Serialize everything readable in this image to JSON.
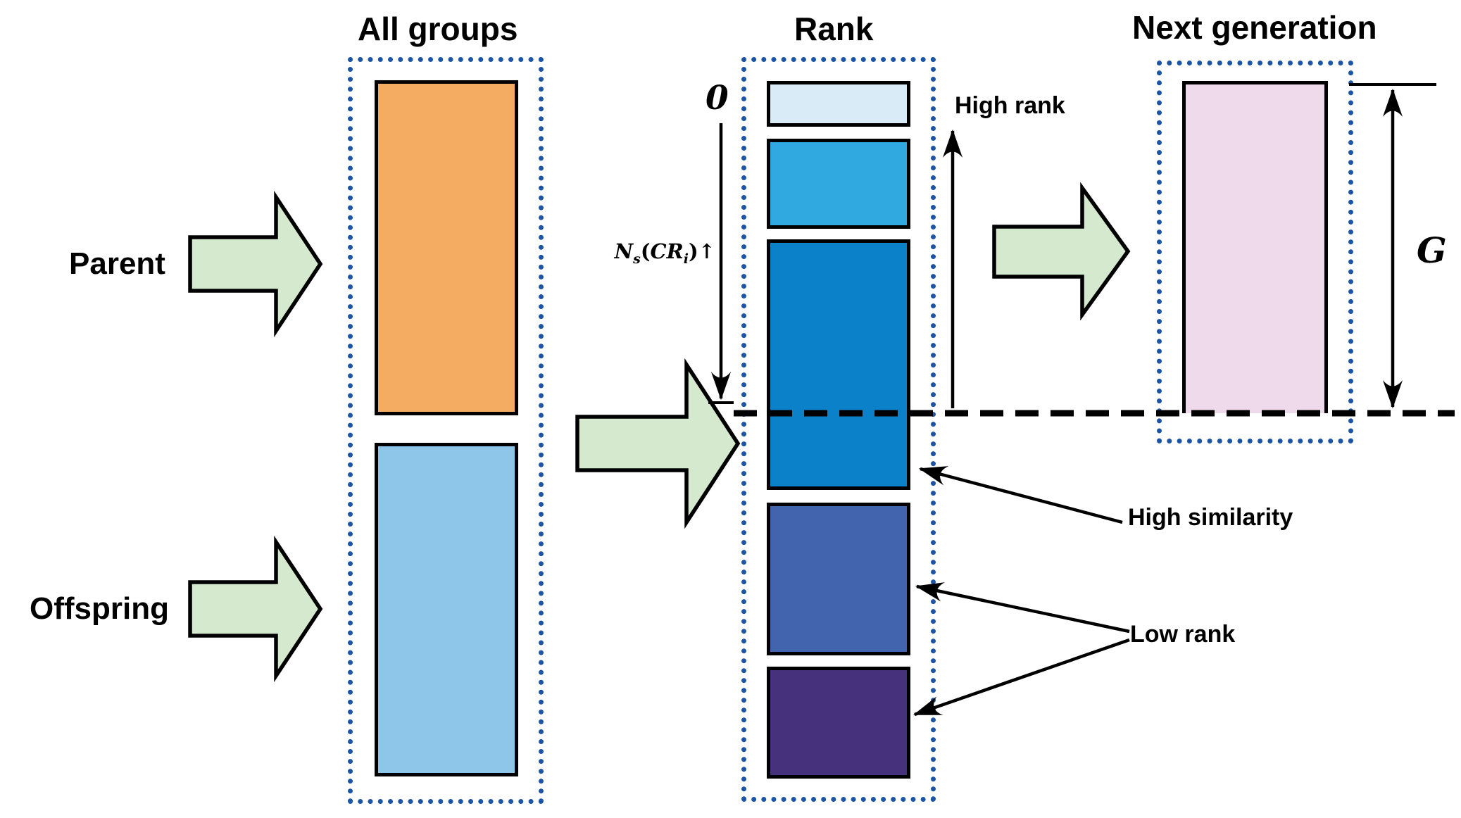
{
  "diagram": {
    "titles": {
      "all_groups": "All groups",
      "rank": "Rank",
      "next_generation": "Next generation"
    },
    "left_labels": {
      "parent": "Parent",
      "offspring": "Offspring"
    },
    "axis": {
      "zero": "0",
      "formula": {
        "n": "N",
        "n_sub": "s",
        "paren_open": "(",
        "cr": "CR",
        "cr_sub": "i",
        "paren_close": ")",
        "up_arrow": "↑"
      }
    },
    "annotations": {
      "high_rank": "High rank",
      "high_similarity": "High similarity",
      "low_rank": "Low rank",
      "generation": "G"
    },
    "boxes": {
      "parent_group": {
        "color": "#f3ac62"
      },
      "offspring_group": {
        "color": "#8dc6e9"
      },
      "rank": [
        {
          "color": "#d8ebf7"
        },
        {
          "color": "#2fa9e0"
        },
        {
          "color": "#0b81ca"
        },
        {
          "color": "#4263ae"
        },
        {
          "color": "#45317c"
        }
      ],
      "next_generation": {
        "color": "#eedaeb"
      }
    },
    "colors": {
      "flow_arrow_fill": "#d5e9cf",
      "group_border": "#1c55a6",
      "line": "#000000"
    }
  }
}
